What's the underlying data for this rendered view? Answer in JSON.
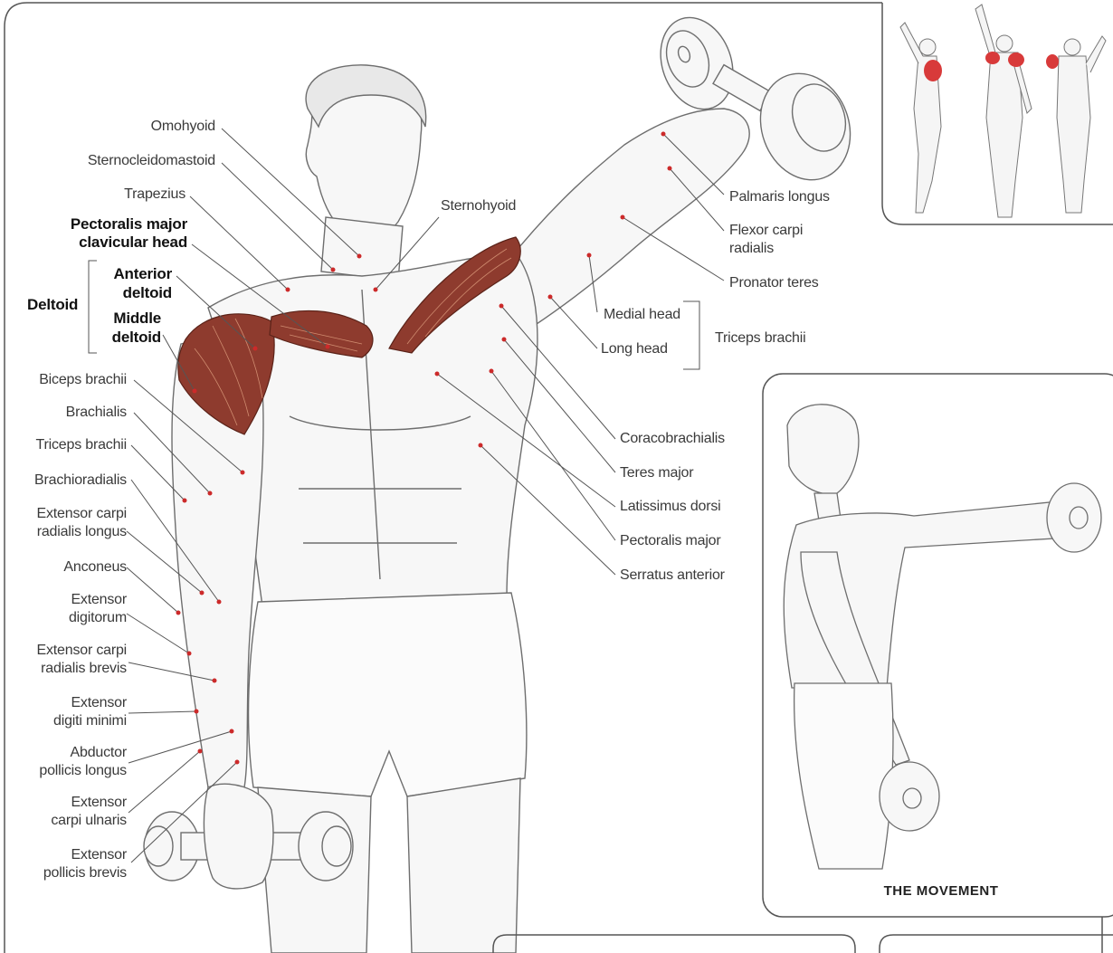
{
  "colors": {
    "frame": "#555555",
    "target_muscle": "#8e3b2e",
    "target_highlight": "#d83a3a",
    "line_art": "#6e6e6e",
    "label_text": "#3a3a3a"
  },
  "labels": {
    "omohyoid": "Omohyoid",
    "sternocleidomastoid": "Sternocleidomastoid",
    "trapezius": "Trapezius",
    "pectoralis_major_clavicular_1": "Pectoralis major",
    "pectoralis_major_clavicular_2": "clavicular head",
    "deltoid": "Deltoid",
    "anterior_deltoid_1": "Anterior",
    "anterior_deltoid_2": "deltoid",
    "middle_deltoid_1": "Middle",
    "middle_deltoid_2": "deltoid",
    "biceps_brachii": "Biceps brachii",
    "brachialis": "Brachialis",
    "triceps_brachii_left": "Triceps brachii",
    "brachioradialis": "Brachioradialis",
    "ecrl_1": "Extensor carpi",
    "ecrl_2": "radialis longus",
    "anconeus": "Anconeus",
    "ext_digitorum_1": "Extensor",
    "ext_digitorum_2": "digitorum",
    "ecrb_1": "Extensor carpi",
    "ecrb_2": "radialis brevis",
    "edm_1": "Extensor",
    "edm_2": "digiti minimi",
    "apl_1": "Abductor",
    "apl_2": "pollicis longus",
    "ecu_1": "Extensor",
    "ecu_2": "carpi ulnaris",
    "epb_1": "Extensor",
    "epb_2": "pollicis brevis",
    "sternohyoid": "Sternohyoid",
    "palmaris_longus": "Palmaris longus",
    "fcr_1": "Flexor carpi",
    "fcr_2": "radialis",
    "pronator_teres": "Pronator teres",
    "medial_head": "Medial head",
    "long_head": "Long head",
    "triceps_brachii_right": "Triceps brachii",
    "coracobrachialis": "Coracobrachialis",
    "teres_major": "Teres major",
    "latissimus_dorsi": "Latissimus dorsi",
    "pectoralis_major": "Pectoralis major",
    "serratus_anterior": "Serratus anterior"
  },
  "movement_caption": "THE MOVEMENT"
}
